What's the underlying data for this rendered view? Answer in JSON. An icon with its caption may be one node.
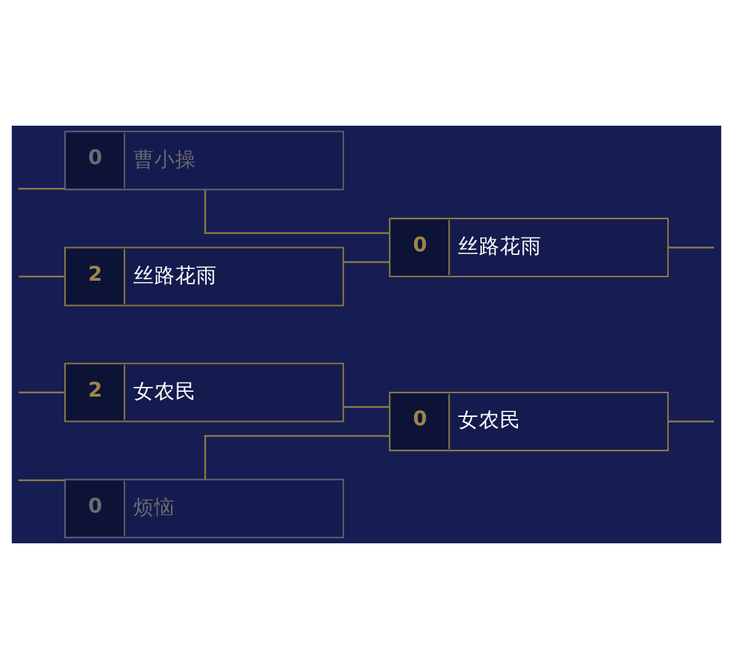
{
  "diagram": {
    "nodes": [
      {
        "text": [
          "0",
          "曹小操"
        ]
      },
      {
        "text": [
          "2",
          "丝路花雨"
        ]
      },
      {
        "text": [
          "2",
          "女农民"
        ]
      },
      {
        "text": [
          "0",
          "烦恼"
        ]
      },
      {
        "text": [
          "0",
          "丝路花雨"
        ]
      },
      {
        "text": [
          "0",
          "女农民"
        ]
      }
    ],
    "edges": [
      {
        "from": null,
        "to": 0,
        "arrow": "none"
      },
      {
        "from": null,
        "to": 1,
        "arrow": "none"
      },
      {
        "from": null,
        "to": 2,
        "arrow": "none"
      },
      {
        "from": null,
        "to": 3,
        "arrow": "none"
      },
      {
        "from": 0,
        "to": 4,
        "arrow": "none"
      },
      {
        "from": 1,
        "to": 4,
        "arrow": "none"
      },
      {
        "from": 2,
        "to": 5,
        "arrow": "none"
      },
      {
        "from": 3,
        "to": 5,
        "arrow": "none"
      },
      {
        "from": 4,
        "to": null,
        "arrow": "none"
      },
      {
        "from": 5,
        "to": null,
        "arrow": "none"
      }
    ]
  }
}
